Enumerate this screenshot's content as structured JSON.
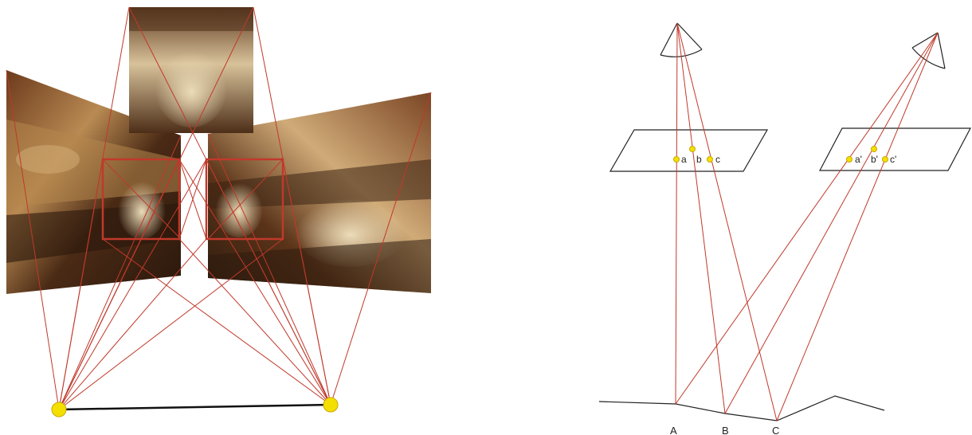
{
  "colors": {
    "ray": "#c0392b",
    "frame": "#222222",
    "marker": "#f4e000",
    "marker_stroke": "#c9a800",
    "photo_rock_dark": "#3a2415",
    "photo_rock_mid": "#8a5a2e",
    "photo_rock_light": "#d9b98a"
  },
  "right_panel": {
    "ground_points": {
      "a": "A",
      "b": "B",
      "c": "C"
    },
    "left_image_points": {
      "a": "a",
      "b": "b",
      "c": "c"
    },
    "right_image_points": {
      "a": "a'",
      "b": "b'",
      "c": "c'"
    }
  }
}
